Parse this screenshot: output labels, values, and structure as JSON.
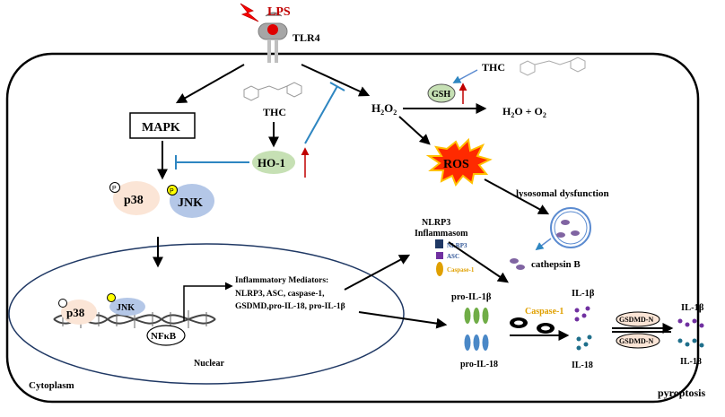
{
  "receptor": {
    "ligand": "LPS",
    "name": "TLR4"
  },
  "compound": {
    "name_top": "THC",
    "name_mid": "THC"
  },
  "mapk": {
    "box": "MAPK",
    "p38": "p38",
    "jnk": "JNK",
    "phospho": "P"
  },
  "ho1": "HO-1",
  "oxidative": {
    "h2o2_main": "H",
    "h2o2_sub": "2",
    "h2o2_o": "O",
    "h2o2_sub2": "2",
    "gsh": "GSH",
    "h2o_prefix": "H",
    "h2o_sub": "2",
    "h2o_mid": "O + O",
    "h2o_sub2": "2",
    "ros": "ROS",
    "lysosome": "lysosomal dysfunction",
    "cathepsin": "cathepsin B"
  },
  "nucleus": {
    "p38": "p38",
    "jnk": "JNK",
    "nfkb": "NFκB",
    "label": "Nuclear",
    "mediators_title": "Inflammatory Mediators:",
    "mediators_l1": "NLRP3,  ASC, caspase-1,",
    "mediators_l2": "GSDMD,pro-IL-18, pro-IL-1β"
  },
  "inflammasome": {
    "title_1": "NLRP3",
    "title_2": "Inflammasom",
    "nlrp3": "NLRP3",
    "asc": "ASC",
    "caspase": "Caspase-1"
  },
  "cytokines": {
    "pro_il1b": "pro-IL-1β",
    "pro_il18": "pro-IL-18",
    "caspase1": "Caspase-1",
    "il1b": "IL-1β",
    "il18": "IL-18",
    "il1b_out": "IL-1β",
    "il18_out": "IL-18",
    "gsdmd_top": "GSDMD-N",
    "gsdmd_bottom": "GSDMD-N"
  },
  "labels": {
    "cytoplasm": "Cytoplasm",
    "pyroptosis": "pyroptosis"
  },
  "colors": {
    "ho1_fill": "#c6e0b4",
    "p38_fill": "#fbe5d6",
    "jnk_fill": "#b4c7e7",
    "ros_fill": "#ff2a00",
    "ros_outer": "#ffc000",
    "inhibit": "#2e86c1",
    "lps": "#c00000",
    "caspase_text": "#e0a000",
    "asc_text": "#2f5597"
  }
}
